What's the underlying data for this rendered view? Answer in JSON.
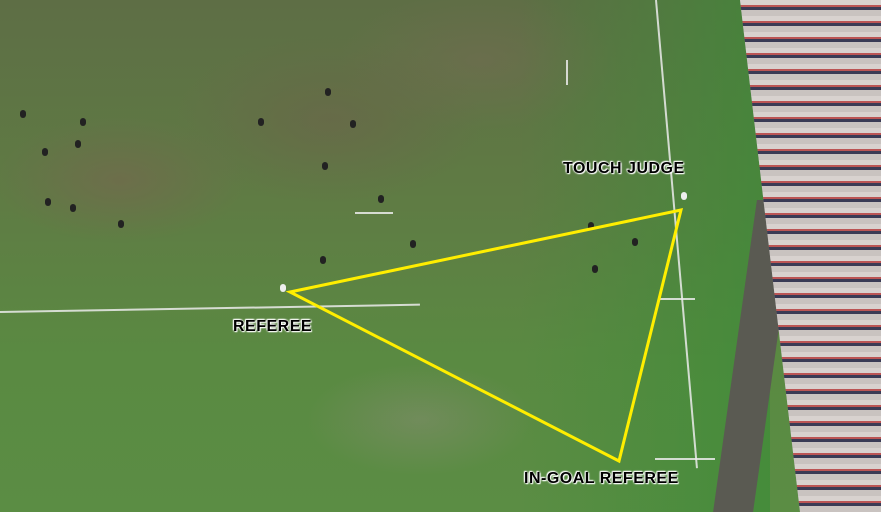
{
  "annotations": {
    "touch_judge": "TOUCH JUDGE",
    "referee": "REFEREE",
    "in_goal_referee": "IN-GOAL REFEREE",
    "triangle_color": "#ffee00"
  }
}
